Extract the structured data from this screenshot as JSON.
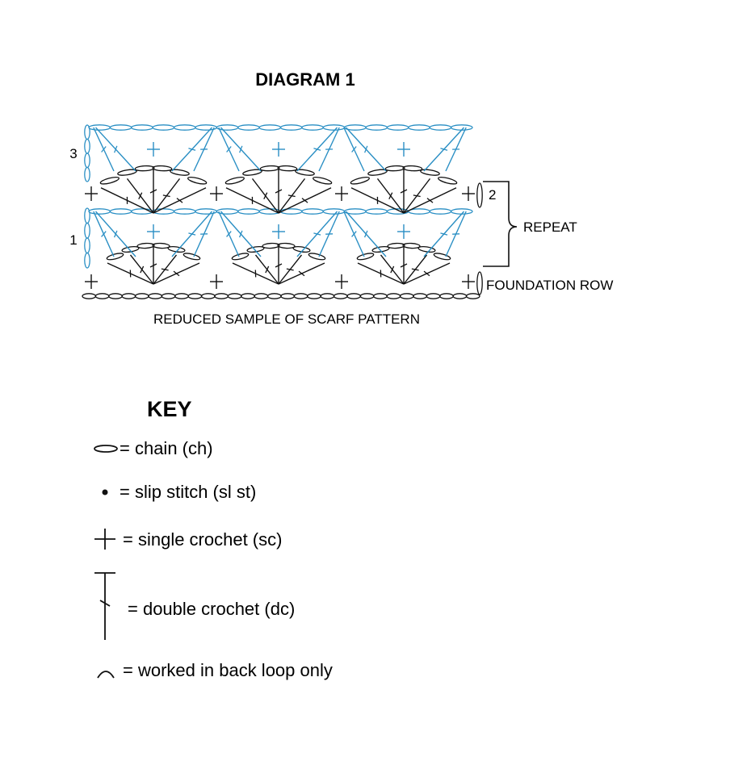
{
  "diagram": {
    "title": "DIAGRAM 1",
    "row_numbers": [
      "3",
      "1"
    ],
    "side_labels": {
      "row2": "2",
      "repeat": "REPEAT",
      "foundation": "FOUNDATION ROW"
    },
    "caption": "REDUCED SAMPLE OF SCARF PATTERN",
    "colors": {
      "blue_rows": "#2a8fc4",
      "black_rows": "#111111"
    }
  },
  "key": {
    "title": "KEY",
    "items": [
      {
        "symbol": "chain-icon",
        "text": "= chain (ch)"
      },
      {
        "symbol": "slip-stitch-icon",
        "text": "= slip stitch (sl st)"
      },
      {
        "symbol": "single-crochet-icon",
        "text": "= single crochet (sc)"
      },
      {
        "symbol": "double-crochet-icon",
        "text": "= double crochet (dc)"
      },
      {
        "symbol": "back-loop-icon",
        "text": "= worked in back loop only"
      }
    ]
  }
}
